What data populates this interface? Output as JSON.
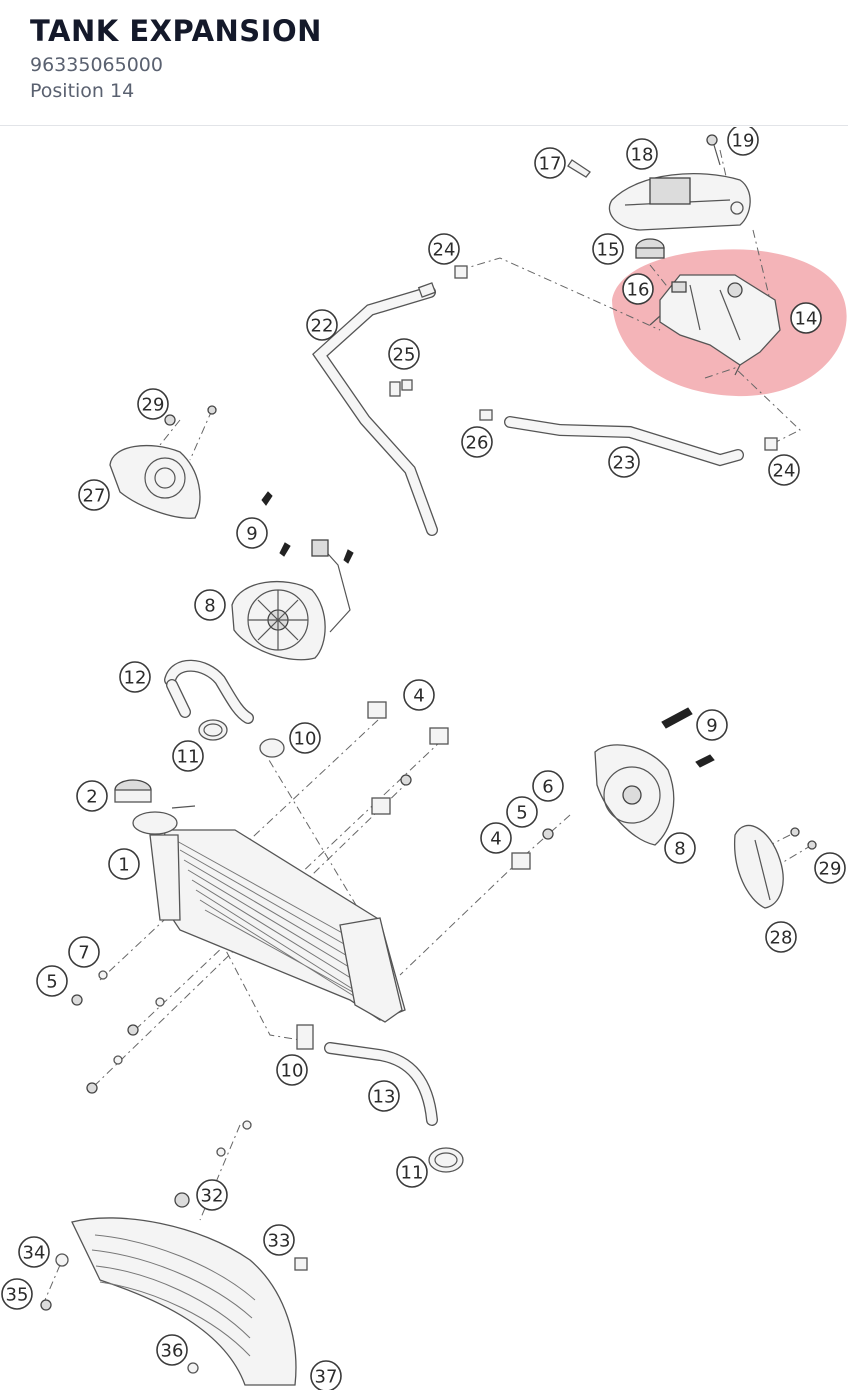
{
  "header": {
    "title": "TANK EXPANSION",
    "part_number": "96335065000",
    "position": "Position 14"
  },
  "diagram": {
    "highlight_color": "#f2a3a8",
    "highlighted_position": "14",
    "callouts": [
      {
        "id": "c17",
        "label": "17"
      },
      {
        "id": "c18",
        "label": "18"
      },
      {
        "id": "c19",
        "label": "19"
      },
      {
        "id": "c24a",
        "label": "24"
      },
      {
        "id": "c15",
        "label": "15"
      },
      {
        "id": "c16",
        "label": "16"
      },
      {
        "id": "c14",
        "label": "14"
      },
      {
        "id": "c22",
        "label": "22"
      },
      {
        "id": "c25",
        "label": "25"
      },
      {
        "id": "c29a",
        "label": "29"
      },
      {
        "id": "c26",
        "label": "26"
      },
      {
        "id": "c23",
        "label": "23"
      },
      {
        "id": "c24b",
        "label": "24"
      },
      {
        "id": "c27",
        "label": "27"
      },
      {
        "id": "c9a",
        "label": "9"
      },
      {
        "id": "c8a",
        "label": "8"
      },
      {
        "id": "c12",
        "label": "12"
      },
      {
        "id": "c4a",
        "label": "4"
      },
      {
        "id": "c9b",
        "label": "9"
      },
      {
        "id": "c10a",
        "label": "10"
      },
      {
        "id": "c11a",
        "label": "11"
      },
      {
        "id": "c6",
        "label": "6"
      },
      {
        "id": "c2",
        "label": "2"
      },
      {
        "id": "c5a",
        "label": "5"
      },
      {
        "id": "c4b",
        "label": "4"
      },
      {
        "id": "c8b",
        "label": "8"
      },
      {
        "id": "c1",
        "label": "1"
      },
      {
        "id": "c29b",
        "label": "29"
      },
      {
        "id": "c28",
        "label": "28"
      },
      {
        "id": "c7",
        "label": "7"
      },
      {
        "id": "c5b",
        "label": "5"
      },
      {
        "id": "c10b",
        "label": "10"
      },
      {
        "id": "c13",
        "label": "13"
      },
      {
        "id": "c11b",
        "label": "11"
      },
      {
        "id": "c32",
        "label": "32"
      },
      {
        "id": "c33",
        "label": "33"
      },
      {
        "id": "c34",
        "label": "34"
      },
      {
        "id": "c35",
        "label": "35"
      },
      {
        "id": "c36",
        "label": "36"
      },
      {
        "id": "c37",
        "label": "37"
      }
    ]
  }
}
